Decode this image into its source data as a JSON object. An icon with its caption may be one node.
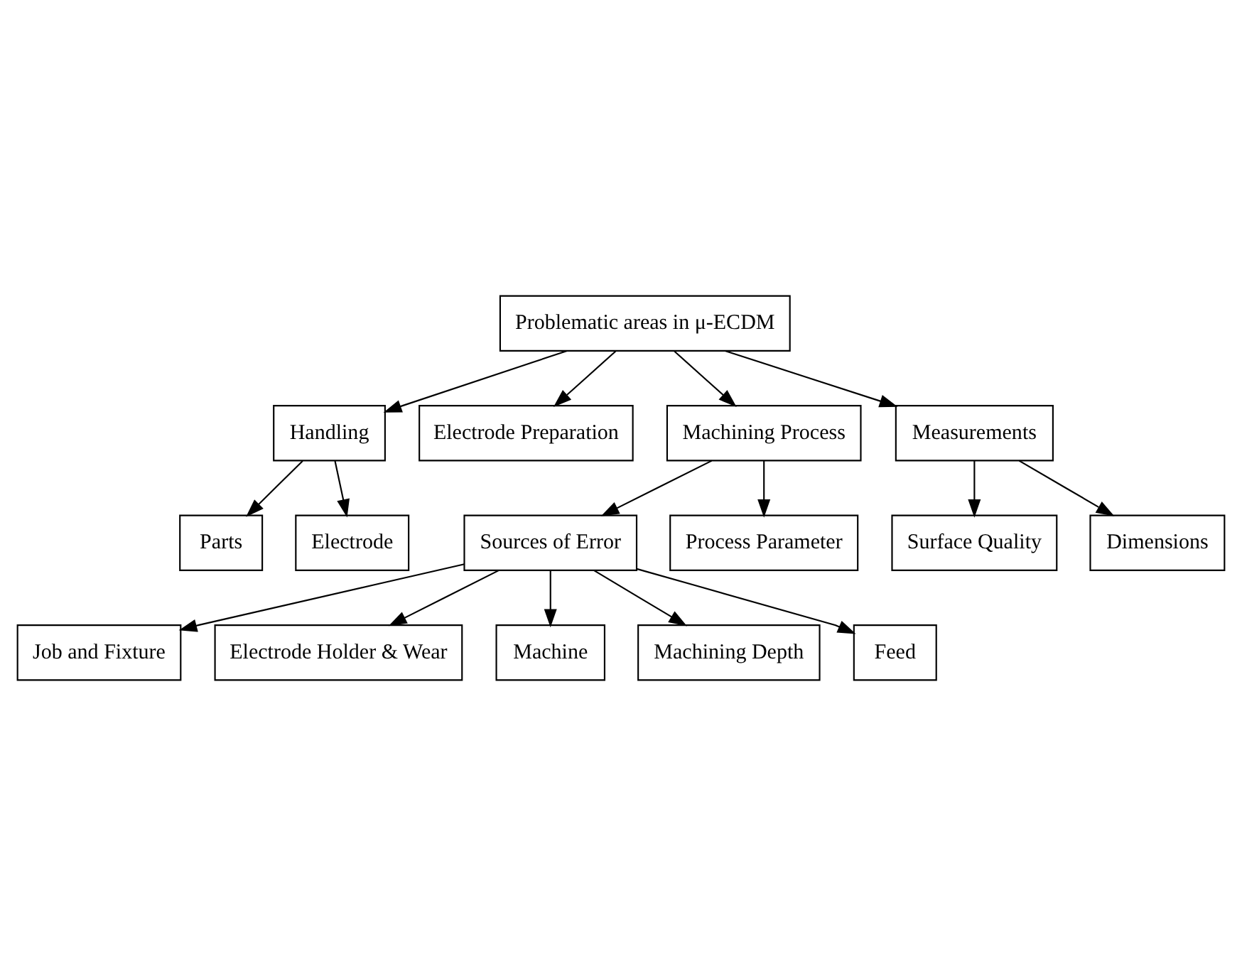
{
  "diagram": {
    "nodes": [
      {
        "text": [
          "Problematic areas in μ-ECDM"
        ]
      },
      {
        "text": [
          "Handling"
        ]
      },
      {
        "text": [
          "Electrode Preparation"
        ]
      },
      {
        "text": [
          "Machining Process"
        ]
      },
      {
        "text": [
          "Measurements"
        ]
      },
      {
        "text": [
          "Parts"
        ]
      },
      {
        "text": [
          "Electrode"
        ]
      },
      {
        "text": [
          "Surface Quality"
        ]
      },
      {
        "text": [
          "Dimensions"
        ]
      },
      {
        "text": [
          "Sources of Error"
        ]
      },
      {
        "text": [
          "Process Parameter"
        ]
      },
      {
        "text": [
          "Job and Fixture"
        ]
      },
      {
        "text": [
          "Electrode Holder & Wear"
        ]
      },
      {
        "text": [
          "Machine"
        ]
      },
      {
        "text": [
          "Machining Depth"
        ]
      },
      {
        "text": [
          "Feed"
        ]
      }
    ],
    "edges": [
      {
        "from": 0,
        "to": 1,
        "arrow": "to"
      },
      {
        "from": 0,
        "to": 2,
        "arrow": "to"
      },
      {
        "from": 0,
        "to": 3,
        "arrow": "to"
      },
      {
        "from": 0,
        "to": 4,
        "arrow": "to"
      },
      {
        "from": 1,
        "to": 5,
        "arrow": "to"
      },
      {
        "from": 1,
        "to": 6,
        "arrow": "to"
      },
      {
        "from": 4,
        "to": 7,
        "arrow": "to"
      },
      {
        "from": 4,
        "to": 8,
        "arrow": "to"
      },
      {
        "from": 3,
        "to": 9,
        "arrow": "to"
      },
      {
        "from": 3,
        "to": 10,
        "arrow": "to"
      },
      {
        "from": 9,
        "to": 11,
        "arrow": "to"
      },
      {
        "from": 9,
        "to": 12,
        "arrow": "to"
      },
      {
        "from": 9,
        "to": 13,
        "arrow": "to"
      },
      {
        "from": 9,
        "to": 14,
        "arrow": "to"
      },
      {
        "from": 9,
        "to": 15,
        "arrow": "to"
      }
    ]
  }
}
